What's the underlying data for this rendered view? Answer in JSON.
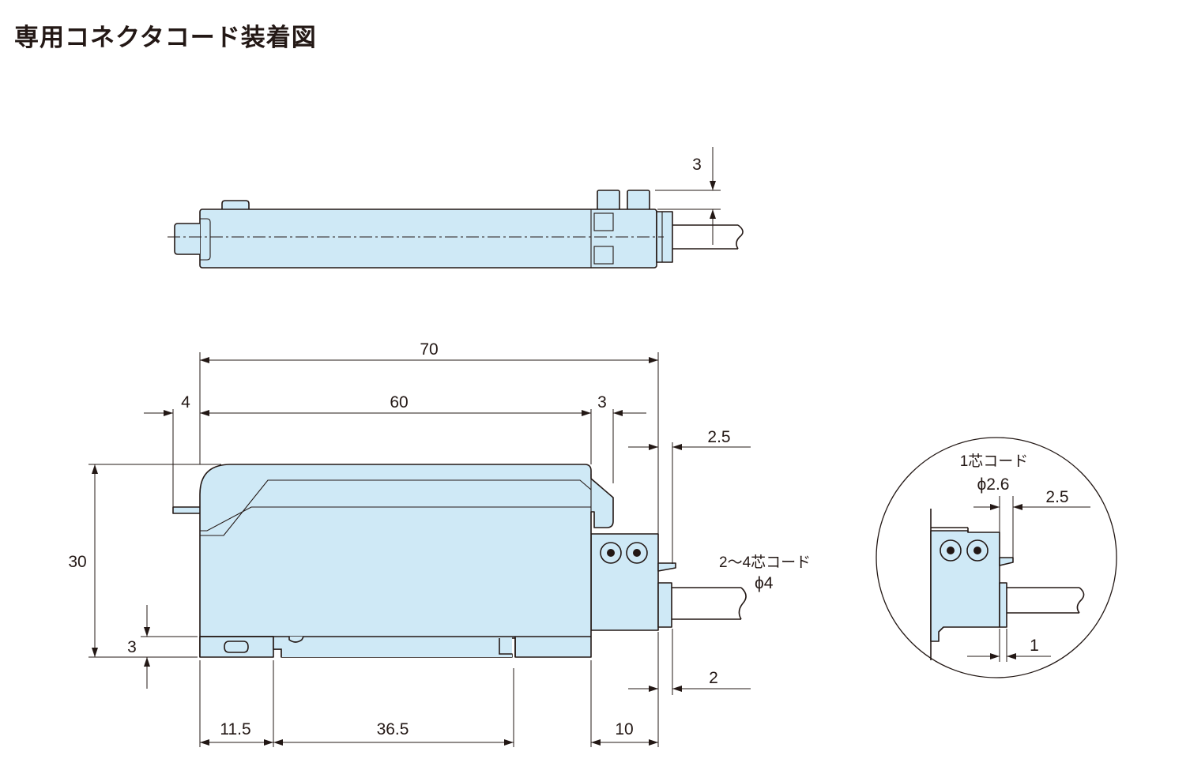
{
  "title": "専用コネクタコード装着図",
  "top_view": {
    "dim_3": "3"
  },
  "front_view": {
    "dim_70": "70",
    "dim_60": "60",
    "dim_4": "4",
    "dim_3_right": "3",
    "dim_2_5": "2.5",
    "dim_30": "30",
    "dim_3_left": "3",
    "dim_11_5": "11.5",
    "dim_36_5": "36.5",
    "dim_10": "10",
    "dim_2": "2",
    "cord_label": "2～4芯コード",
    "cord_dia": "ϕ4"
  },
  "detail_view": {
    "cord_label": "1芯コード",
    "cord_dia": "ϕ2.6",
    "dim_2_5": "2.5",
    "dim_1": "1"
  },
  "colors": {
    "body_fill": "#cfe9f6",
    "line": "#231815"
  }
}
